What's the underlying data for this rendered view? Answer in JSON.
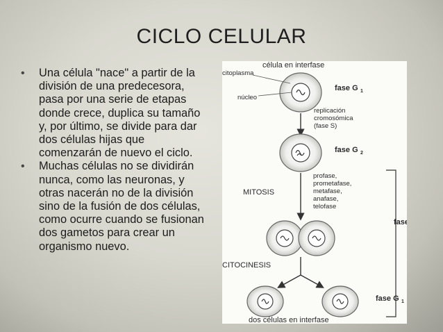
{
  "slide": {
    "title": "CICLO CELULAR",
    "bullets": [
      "Una célula \"nace\" a partir de la división de una predecesora, pasa por una serie de etapas donde crece, duplica su tamaño y, por último, se divide para dar dos células hijas que comenzarán de nuevo el ciclo.",
      "Muchas células no se dividirán nunca, como las neuronas, y otras nacerán no de la división sino de la fusión de dos células, como ocurre cuando se fusionan dos gametos para  crear un organismo nuevo."
    ]
  },
  "diagram": {
    "top_label": "célula en interfase",
    "citoplasma": "citoplasma",
    "nucleo": "núcleo",
    "fase_g1": "fase G",
    "fase_g1_sub": "1",
    "replicacion_1": "replicación",
    "replicacion_2": "cromosómica",
    "replicacion_3": "(fase S)",
    "fase_g2": "fase G",
    "fase_g2_sub": "2",
    "mitosis": "MITOSIS",
    "profase": "profase,",
    "prometafase": "prometafase,",
    "metafase": "metafase,",
    "anafase": "anafase,",
    "telofase": "telofase",
    "fase_m": "fase M",
    "citocinesis": "CITOCINESIS",
    "fase_g1_bottom": "fase G",
    "fase_g1_bottom_sub": "1",
    "bottom_label": "dos células en interfase"
  },
  "colors": {
    "text": "#1c1c1c",
    "diagram_bg": "#fbfbf8",
    "cell_stroke": "#555555"
  }
}
